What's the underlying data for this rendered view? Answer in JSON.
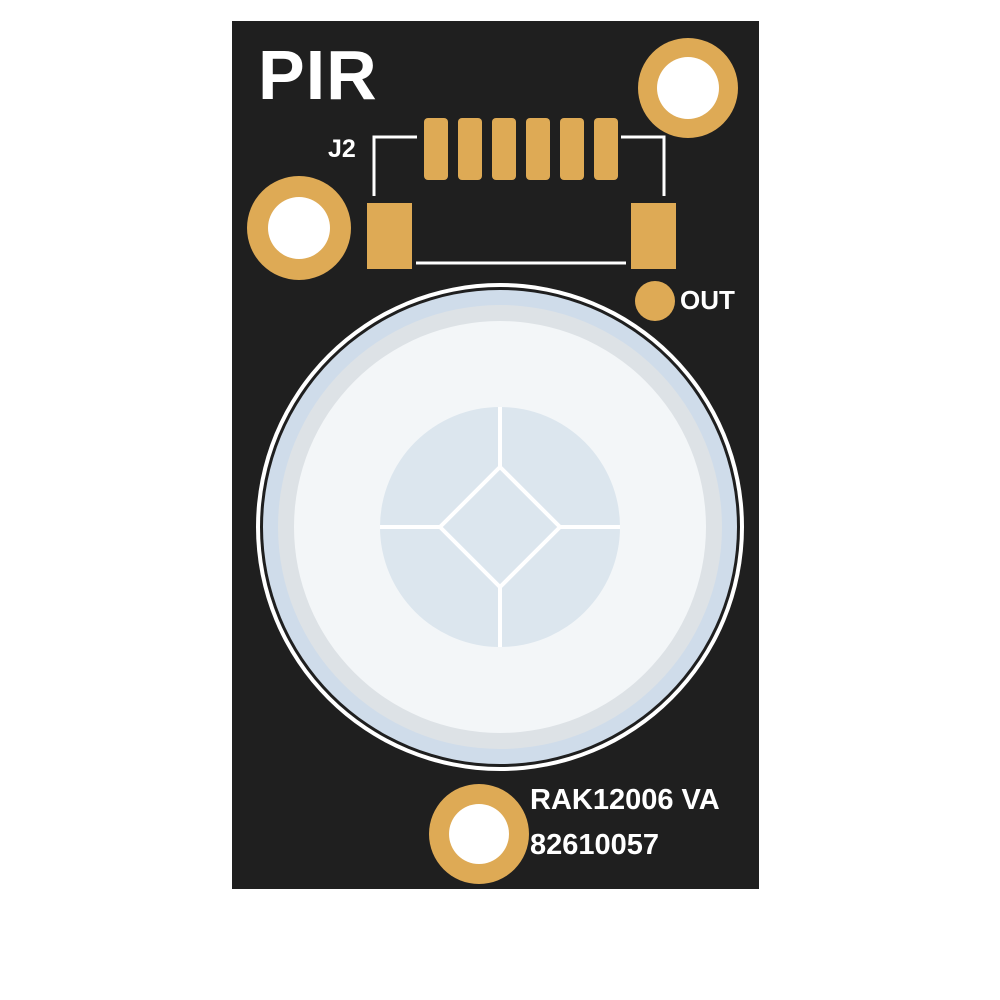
{
  "board": {
    "title": "PIR",
    "connector_label": "J2",
    "output_label": "OUT",
    "model": "RAK12006 VA",
    "serial": "82610057"
  },
  "colors": {
    "pcb": "#1f1f1f",
    "copper": "#deaa55",
    "silkscreen": "#ffffff",
    "lens_outer": "#cfdcea",
    "lens_inner": "#f3f6f8",
    "lens_facets": "#dce6ee"
  }
}
